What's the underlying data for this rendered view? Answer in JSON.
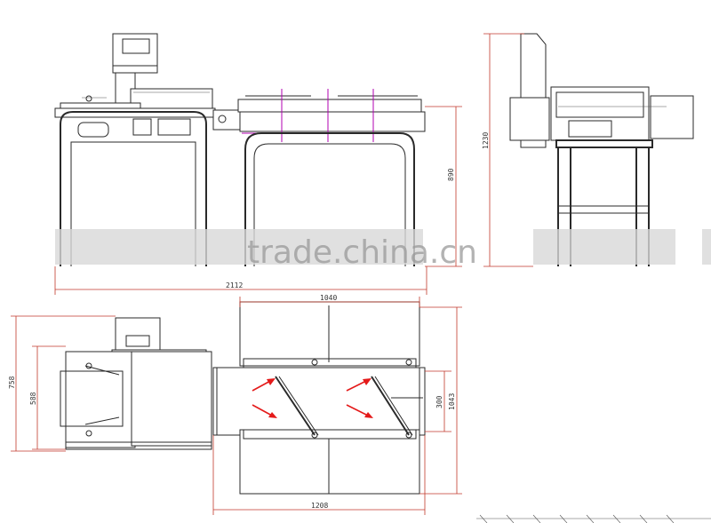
{
  "dimensions": {
    "side_height": "890",
    "overall_length": "2112",
    "end_height": "1230",
    "top_width_1040": "1040",
    "top_width_758": "758",
    "top_width_588": "588",
    "top_width_300": "300",
    "top_width_1043": "1043",
    "top_length_1208": "1208"
  },
  "watermark": "trade.china.cn",
  "colors": {
    "line": "#2a2a2a",
    "dimension": "#c0392b",
    "arrow": "#e41a1a",
    "sensor": "#b000b0"
  }
}
